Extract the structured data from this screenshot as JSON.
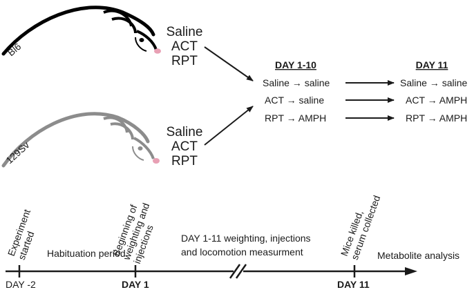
{
  "strains": [
    {
      "name": "Bl6",
      "color": "#000000",
      "groups": [
        "Saline",
        "ACT",
        "RPT"
      ]
    },
    {
      "name": "129Sv",
      "color": "#8c8c8c",
      "groups": [
        "Saline",
        "ACT",
        "RPT"
      ]
    }
  ],
  "design_table": {
    "col1_header": "DAY 1-10",
    "col2_header": "DAY 11",
    "rows": [
      {
        "day1_10": "Saline → saline",
        "day11": "Saline → saline"
      },
      {
        "day1_10": "ACT → saline",
        "day11": "ACT → AMPH"
      },
      {
        "day1_10": "RPT →  AMPH",
        "day11": "RPT → AMPH"
      }
    ]
  },
  "timeline": {
    "ticks": [
      "DAY -2",
      "DAY 1",
      "DAY 11"
    ],
    "events": [
      [
        "Experiment",
        "started"
      ],
      [
        "Beginning of",
        "weighting and",
        "injections"
      ],
      [
        "Mice killed,",
        "serum collected"
      ]
    ],
    "periods": [
      [
        "Habituation period"
      ],
      [
        "DAY 1-11 weighting, injections",
        "and locomotion measurment"
      ],
      [
        "Metabolite analysis"
      ]
    ]
  },
  "colors": {
    "ink": "#1a1a1a",
    "nose": "#e8a0b4",
    "mouse_black": "#000000",
    "mouse_gray": "#8c8c8c"
  }
}
